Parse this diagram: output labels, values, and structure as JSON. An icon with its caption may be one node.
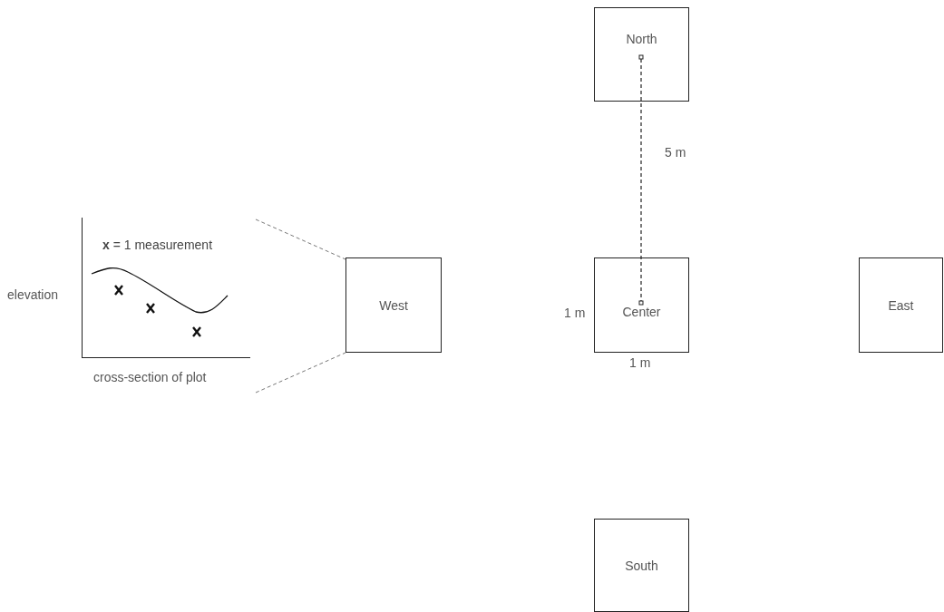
{
  "diagram": {
    "nodes": [
      {
        "text": [
          "North"
        ]
      },
      {
        "text": [
          "**x** = 1 measurement"
        ]
      },
      {
        "text": [
          "West"
        ]
      },
      {
        "text": [
          "Center"
        ]
      },
      {
        "text": [
          "East"
        ]
      },
      {
        "text": [
          "South"
        ]
      }
    ],
    "edges": [
      {
        "from": 1,
        "to": 2,
        "arrow": "none",
        "style": "dashed"
      },
      {
        "from": 1,
        "to": 2,
        "arrow": "none",
        "style": "dashed"
      }
    ],
    "labels": [
      "5 m",
      "elevation",
      "1 m",
      "cross-section of plot",
      "1 m"
    ]
  }
}
